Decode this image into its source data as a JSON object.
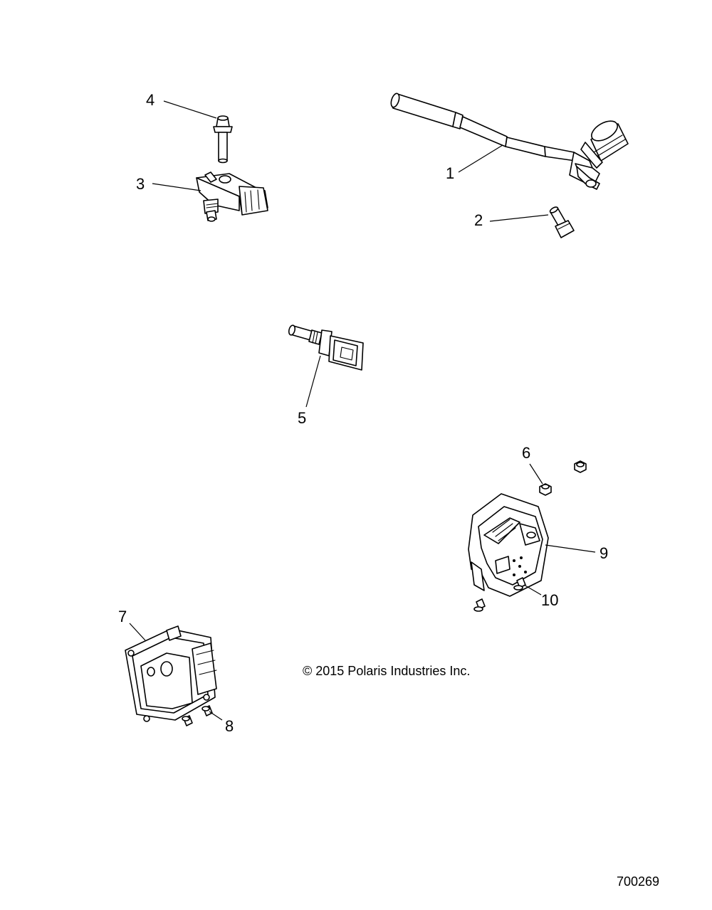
{
  "diagram": {
    "copyright": "© 2015 Polaris Industries Inc.",
    "diagram_id": "700269",
    "callouts": [
      "1",
      "2",
      "3",
      "4",
      "5",
      "6",
      "7",
      "8",
      "9",
      "10"
    ]
  }
}
